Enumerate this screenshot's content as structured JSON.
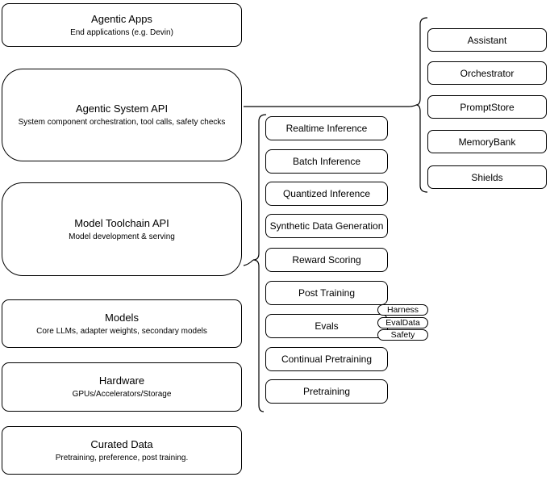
{
  "left_stack": [
    {
      "title": "Agentic Apps",
      "subtitle": "End applications (e.g. Devin)"
    },
    {
      "title": "Agentic System API",
      "subtitle": "System component orchestration, tool calls, safety checks"
    },
    {
      "title": "Model Toolchain API",
      "subtitle": "Model development & serving"
    },
    {
      "title": "Models",
      "subtitle": "Core LLMs, adapter weights, secondary models"
    },
    {
      "title": "Hardware",
      "subtitle": "GPUs/Accelerators/Storage"
    },
    {
      "title": "Curated Data",
      "subtitle": "Pretraining, preference, post training."
    }
  ],
  "toolchain_services": [
    "Realtime Inference",
    "Batch Inference",
    "Quantized Inference",
    "Synthetic Data Generation",
    "Reward Scoring",
    "Post Training",
    "Evals",
    "Continual Pretraining",
    "Pretraining"
  ],
  "eval_components": [
    "Harness",
    "EvalData",
    "Safety"
  ],
  "system_components": [
    "Assistant",
    "Orchestrator",
    "PromptStore",
    "MemoryBank",
    "Shields"
  ],
  "colors": {
    "stroke": "#000000",
    "fill": "#ffffff",
    "text": "#000000",
    "background": "#ffffff"
  }
}
